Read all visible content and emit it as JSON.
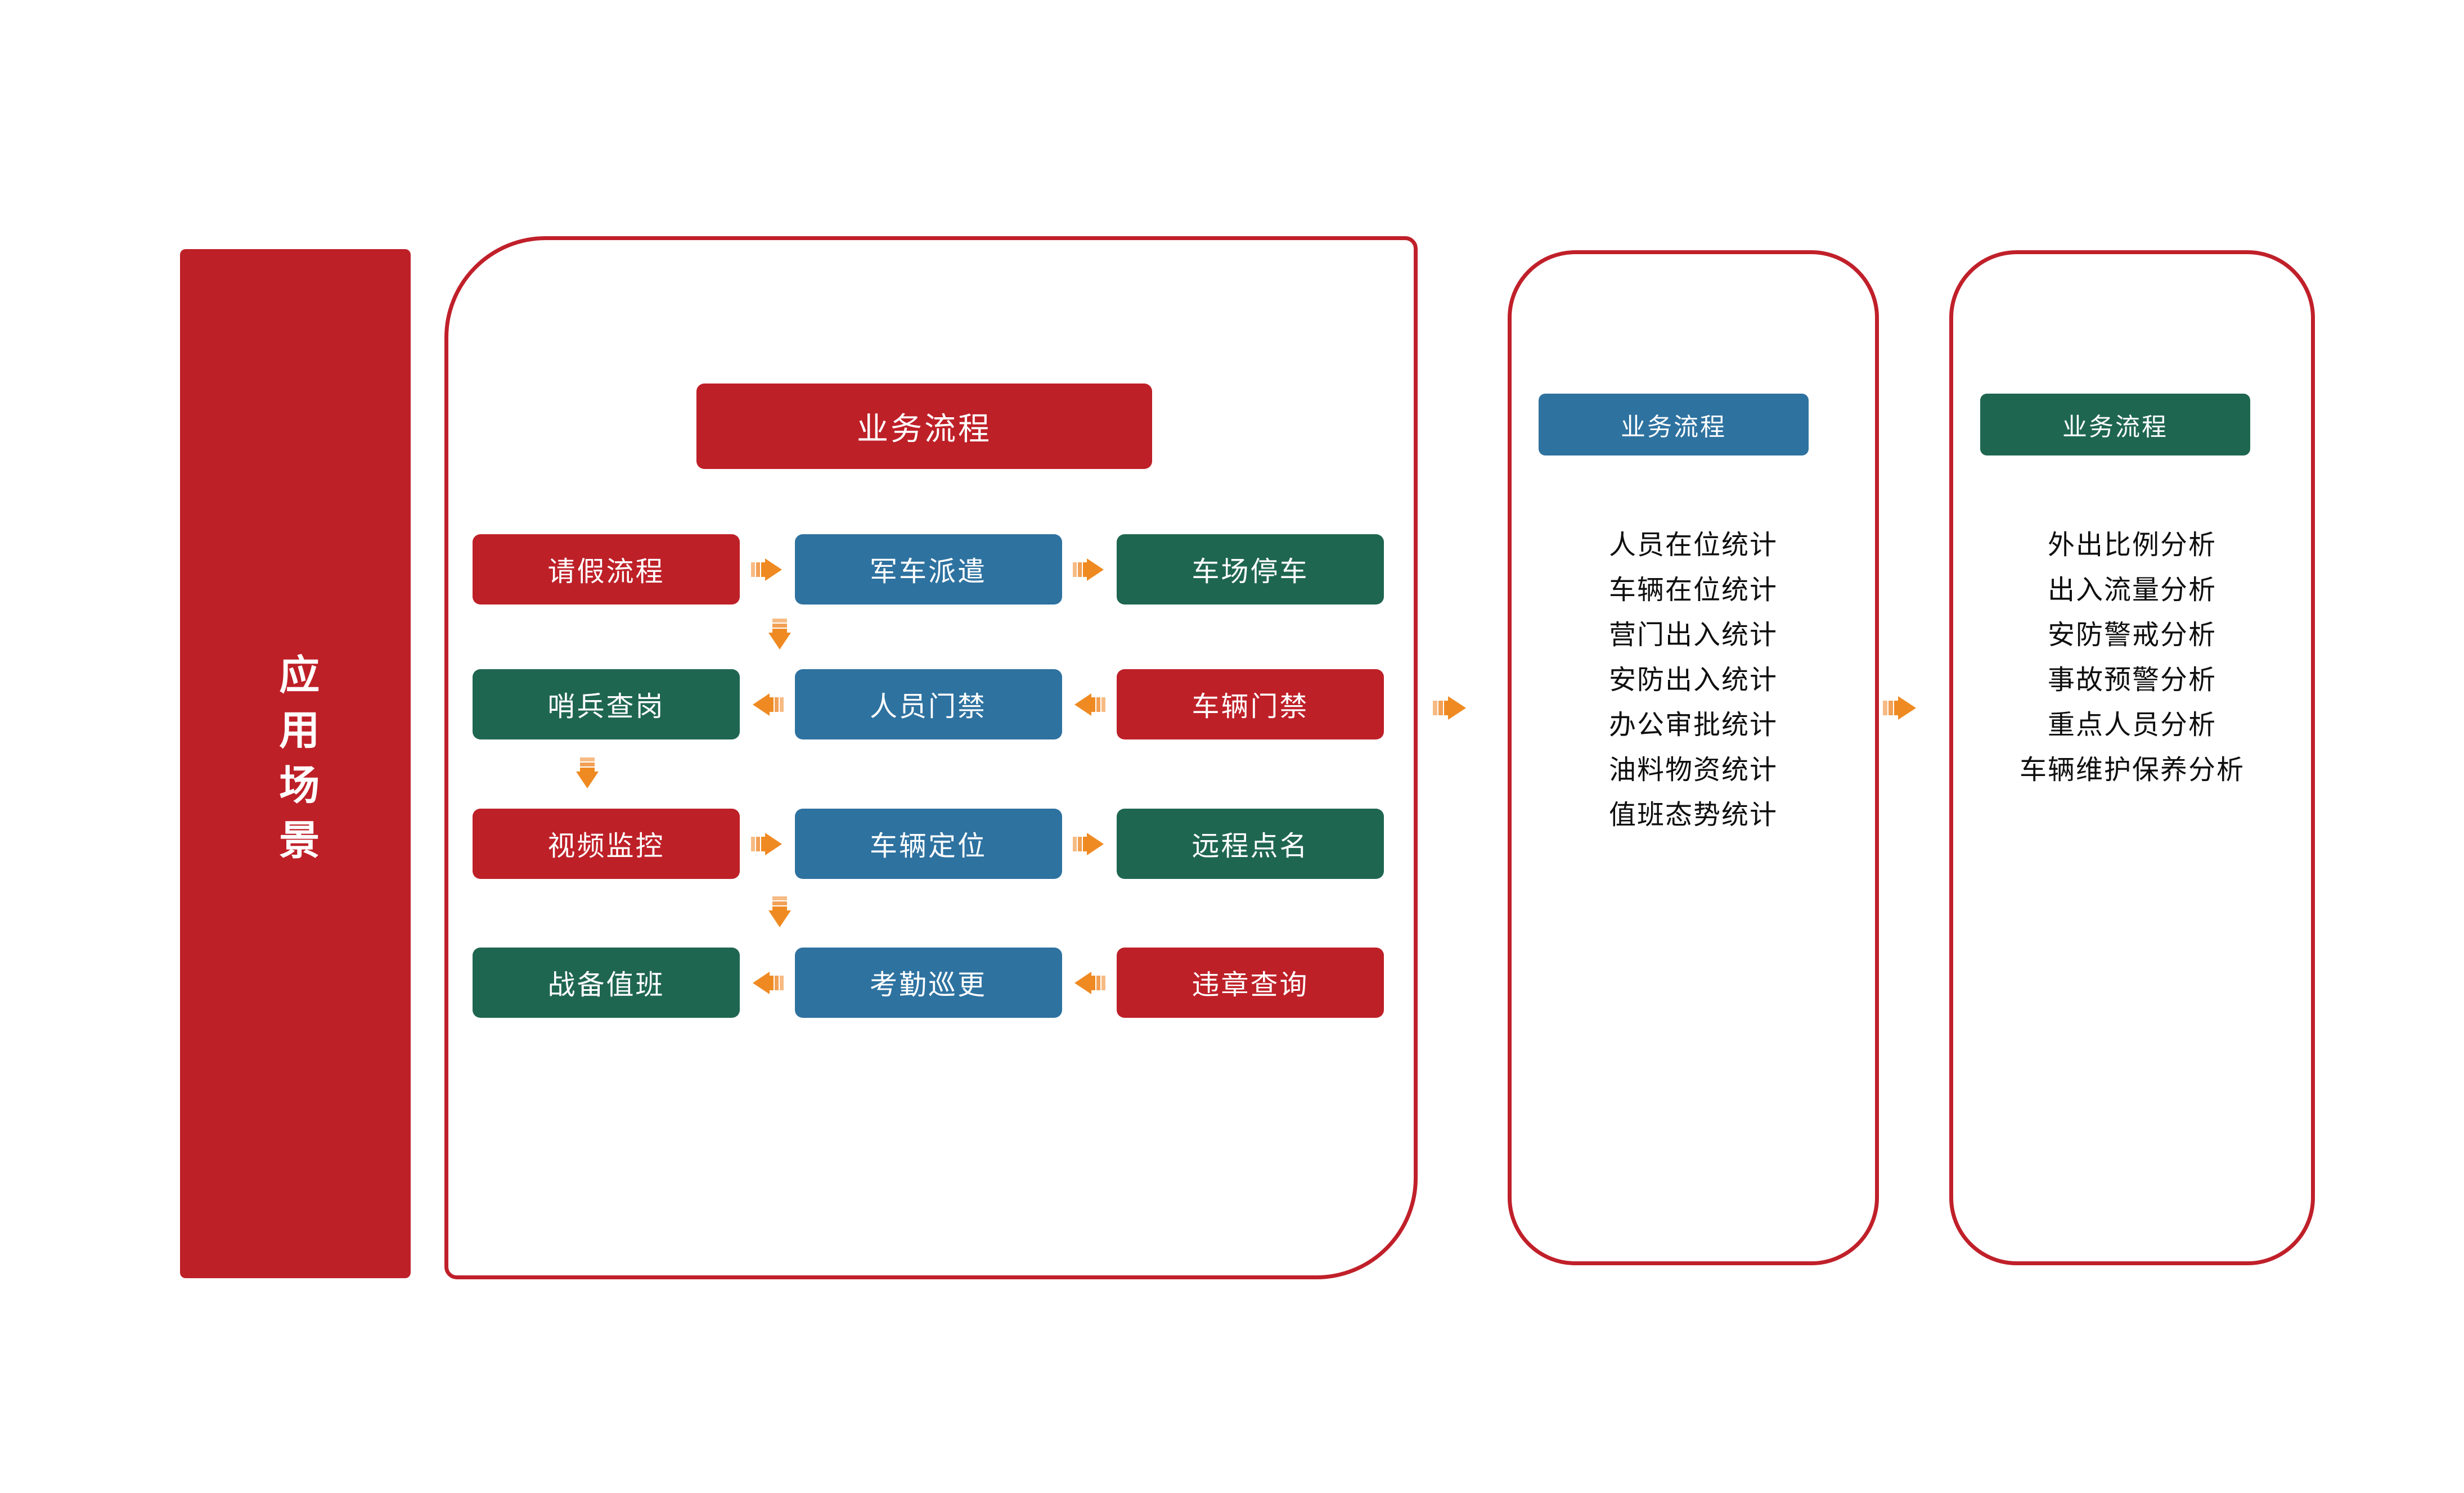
{
  "scenario_bar": {
    "label": "应用场景",
    "color": "#BE2028"
  },
  "process_panel": {
    "header": "业务流程",
    "header_color": "#BE2028",
    "border_color": "#C0202A",
    "rows": [
      {
        "boxes": [
          {
            "label": "请假流程",
            "color": "#BE2028",
            "color_name": "red"
          },
          {
            "label": "军车派遣",
            "color": "#2E72A0",
            "color_name": "blue"
          },
          {
            "label": "车场停车",
            "color": "#1F6650",
            "color_name": "green"
          }
        ],
        "arrow_direction": "right"
      },
      {
        "boxes": [
          {
            "label": "哨兵查岗",
            "color": "#1F6650",
            "color_name": "green"
          },
          {
            "label": "人员门禁",
            "color": "#2E72A0",
            "color_name": "blue"
          },
          {
            "label": "车辆门禁",
            "color": "#BE2028",
            "color_name": "red"
          }
        ],
        "arrow_direction": "left"
      },
      {
        "boxes": [
          {
            "label": "视频监控",
            "color": "#BE2028",
            "color_name": "red"
          },
          {
            "label": "车辆定位",
            "color": "#2E72A0",
            "color_name": "blue"
          },
          {
            "label": "远程点名",
            "color": "#1F6650",
            "color_name": "green"
          }
        ],
        "arrow_direction": "right"
      },
      {
        "boxes": [
          {
            "label": "战备值班",
            "color": "#1F6650",
            "color_name": "green"
          },
          {
            "label": "考勤巡更",
            "color": "#2E72A0",
            "color_name": "blue"
          },
          {
            "label": "违章查询",
            "color": "#BE2028",
            "color_name": "red"
          }
        ],
        "arrow_direction": "left"
      }
    ],
    "vertical_arrows": [
      {
        "name": "arrow-down-row1-to-row2-right",
        "direction": "down"
      },
      {
        "name": "arrow-down-row2-to-row3-left",
        "direction": "down"
      },
      {
        "name": "arrow-down-row3-to-row4-right",
        "direction": "down"
      }
    ]
  },
  "stats_panel": {
    "header": "业务流程",
    "header_color": "#2E72A0",
    "items": [
      "人员在位统计",
      "车辆在位统计",
      "营门出入统计",
      "安防出入统计",
      "办公审批统计",
      "油料物资统计",
      "值班态势统计"
    ]
  },
  "analysis_panel": {
    "header": "业务流程",
    "header_color": "#1F6650",
    "items": [
      "外出比例分析",
      "出入流量分析",
      "安防警戒分析",
      "事故预警分析",
      "重点人员分析",
      "车辆维护保养分析"
    ]
  },
  "connectors": [
    {
      "name": "process-to-stats",
      "direction": "right",
      "color": "#EF8A22"
    },
    {
      "name": "stats-to-analysis",
      "direction": "right",
      "color": "#EF8A22"
    }
  ],
  "palette": {
    "red": "#BE2028",
    "blue": "#2E72A0",
    "green": "#1F6650",
    "orange": "#EF8A22",
    "border": "#C0202A",
    "background": "#FFFFFF"
  }
}
